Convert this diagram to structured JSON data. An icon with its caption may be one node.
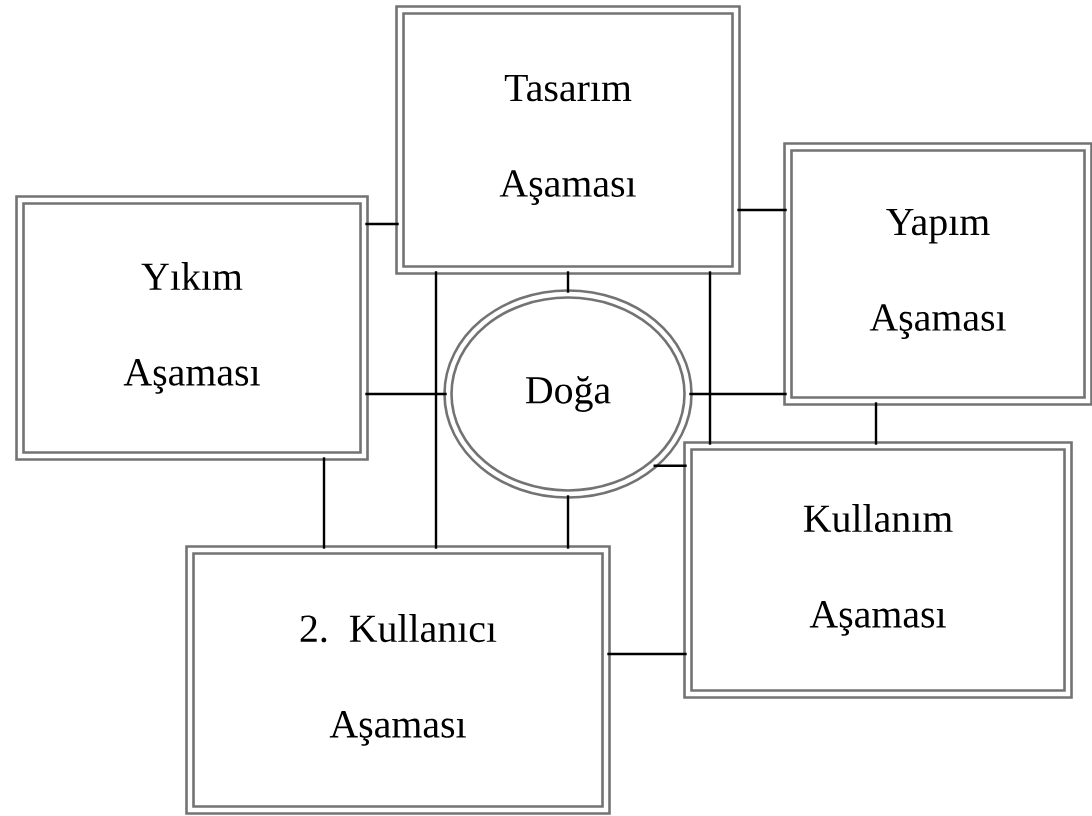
{
  "diagram": {
    "nodes": [
      {
        "text": [
          "Tasarım Aşaması"
        ]
      },
      {
        "text": [
          "Yapım Aşaması"
        ]
      },
      {
        "text": [
          "Yıkım Aşaması"
        ]
      },
      {
        "text": [
          "Doğa"
        ]
      },
      {
        "text": [
          "Kullanım Aşaması"
        ]
      },
      {
        "text": [
          "2. Kullanıcı Aşaması"
        ]
      }
    ],
    "edges": [
      {
        "from": 0,
        "to": 3,
        "arrow": "none"
      },
      {
        "from": 0,
        "to": 1,
        "arrow": "none"
      },
      {
        "from": 0,
        "to": 4,
        "arrow": "none"
      },
      {
        "from": 2,
        "to": 0,
        "arrow": "none"
      },
      {
        "from": 0,
        "to": 5,
        "arrow": "none"
      },
      {
        "from": 3,
        "to": 1,
        "arrow": "none"
      },
      {
        "from": 1,
        "to": 4,
        "arrow": "none"
      },
      {
        "from": 2,
        "to": 3,
        "arrow": "none"
      },
      {
        "from": 2,
        "to": 5,
        "arrow": "none"
      },
      {
        "from": 3,
        "to": 5,
        "arrow": "none"
      },
      {
        "from": 3,
        "to": 4,
        "arrow": "none"
      },
      {
        "from": 5,
        "to": 4,
        "arrow": "none"
      }
    ]
  }
}
